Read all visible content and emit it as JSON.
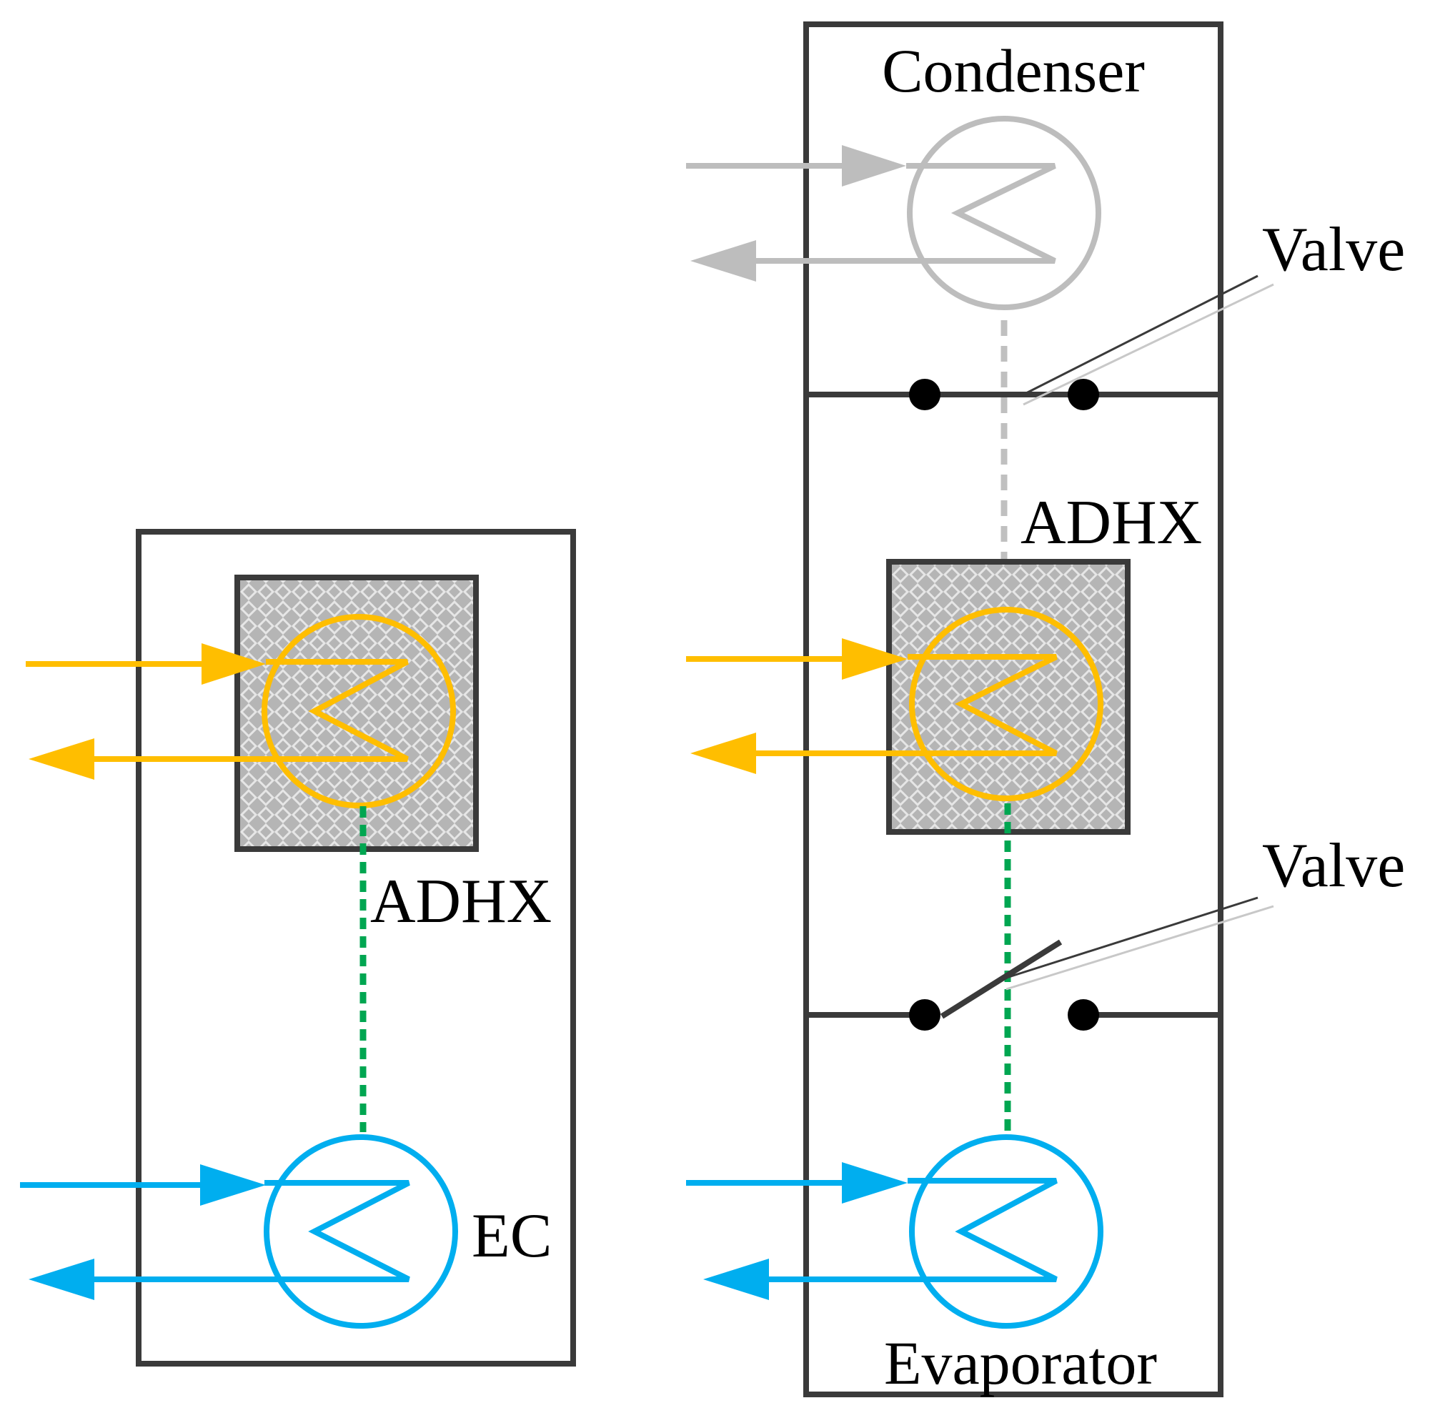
{
  "colors": {
    "frame": "#3a3a3a",
    "adsorber": "#ffbe00",
    "evaporator": "#00aeef",
    "condenser": "#bdbdbd",
    "vapor_link": "#00a651",
    "vapor_link_closed": "#c0c0c0",
    "sorbent_fill": "#b5b5b5",
    "valve_dot": "#000000"
  },
  "icons": {
    "heat_exchanger": "circle-with-zigzag-coil-icon",
    "flow_in": "arrow-right-icon",
    "flow_out": "arrow-left-icon",
    "valve": "switch-valve-icon"
  },
  "left_system": {
    "adhx_label": "ADHX",
    "ec_label": "EC"
  },
  "right_system": {
    "condenser_label": "Condenser",
    "top_valve_label": "Valve",
    "top_valve_state": "closed",
    "adhx_label": "ADHX",
    "bottom_valve_label": "Valve",
    "bottom_valve_state": "open",
    "evaporator_label": "Evaporator"
  }
}
